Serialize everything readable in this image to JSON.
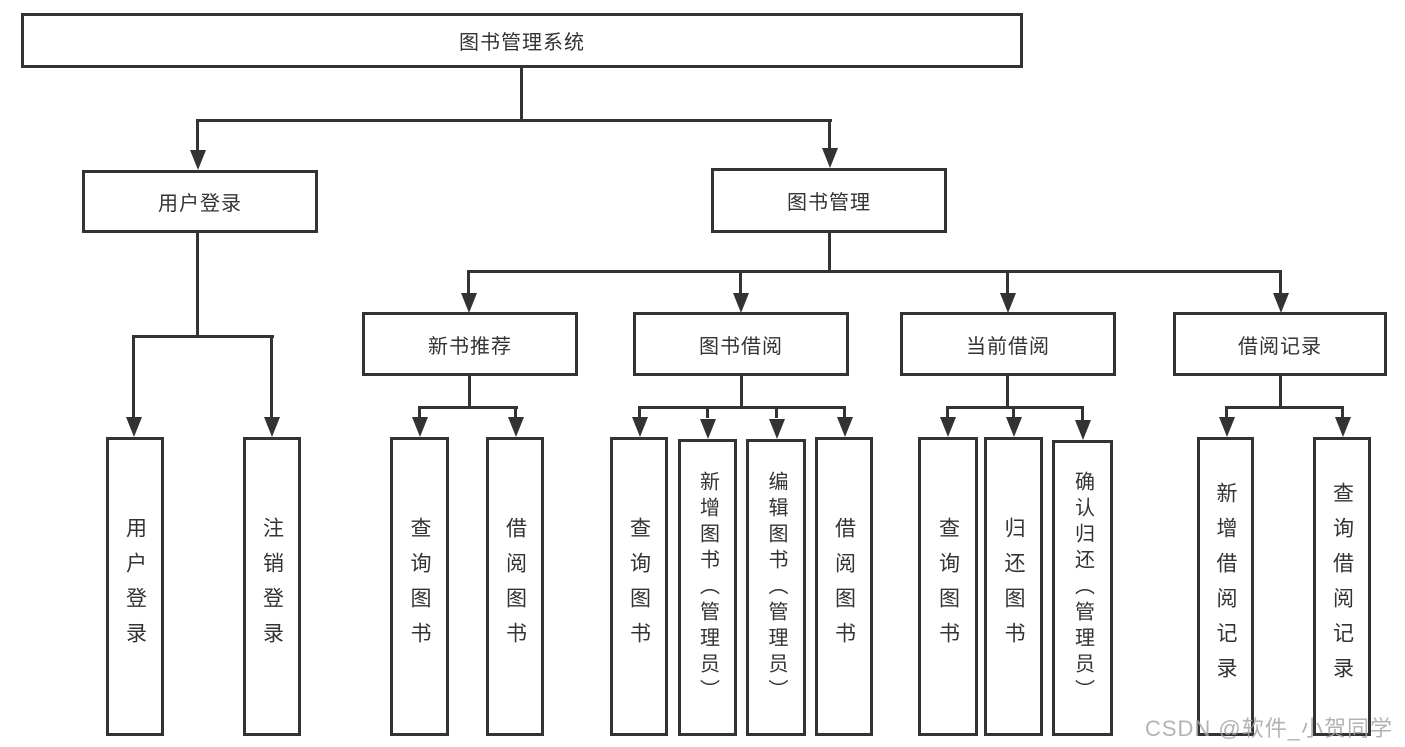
{
  "colors": {
    "line": "#333333",
    "text": "#333333",
    "background": "#ffffff",
    "watermark_text": "#a6a6a6"
  },
  "diagram": {
    "type": "tree",
    "root": {
      "label": "图书管理系统"
    },
    "level2": {
      "user_login": {
        "label": "用户登录"
      },
      "book_mgmt": {
        "label": "图书管理"
      }
    },
    "level3": {
      "new_book_rec": {
        "label": "新书推荐"
      },
      "book_borrow": {
        "label": "图书借阅"
      },
      "current_borrow": {
        "label": "当前借阅"
      },
      "borrow_records": {
        "label": "借阅记录"
      }
    },
    "leaves": {
      "user_login": {
        "label": "用户登录",
        "parent": "用户登录"
      },
      "logout": {
        "label": "注销登录",
        "parent": "用户登录"
      },
      "rec_query": {
        "label": "查询图书",
        "parent": "新书推荐"
      },
      "rec_borrow": {
        "label": "借阅图书",
        "parent": "新书推荐"
      },
      "bb_query": {
        "label": "查询图书",
        "parent": "图书借阅"
      },
      "bb_add": {
        "label": "新增图书（管理员）",
        "parent": "图书借阅"
      },
      "bb_edit": {
        "label": "编辑图书（管理员）",
        "parent": "图书借阅"
      },
      "bb_borrow": {
        "label": "借阅图书",
        "parent": "图书借阅"
      },
      "cb_query": {
        "label": "查询图书",
        "parent": "当前借阅"
      },
      "cb_return": {
        "label": "归还图书",
        "parent": "当前借阅"
      },
      "cb_confirm": {
        "label": "确认归还（管理员）",
        "parent": "当前借阅"
      },
      "br_add": {
        "label": "新增借阅记录",
        "parent": "借阅记录"
      },
      "br_query": {
        "label": "查询借阅记录",
        "parent": "借阅记录"
      }
    }
  },
  "watermark": {
    "label": "CSDN @软件_小贺同学"
  }
}
